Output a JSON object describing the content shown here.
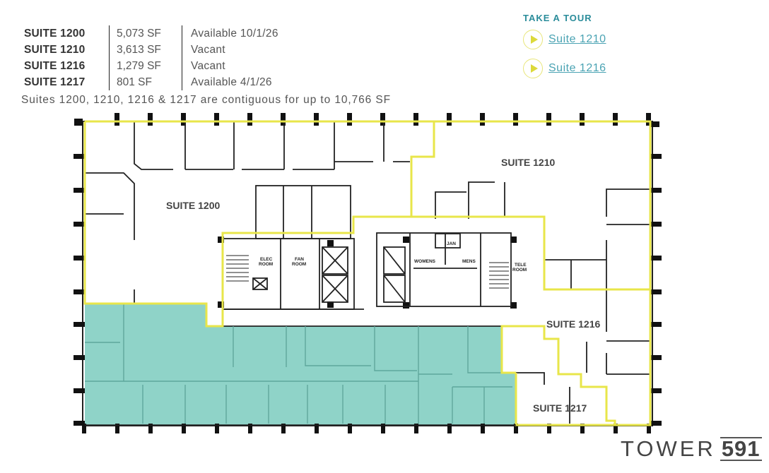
{
  "suites": [
    {
      "name": "SUITE 1200",
      "sf": "5,073 SF",
      "availability": "Available 10/1/26"
    },
    {
      "name": "SUITE 1210",
      "sf": "3,613 SF",
      "availability": "Vacant"
    },
    {
      "name": "SUITE 1216",
      "sf": "1,279 SF",
      "availability": "Vacant"
    },
    {
      "name": "SUITE 1217",
      "sf": "801 SF",
      "availability": "Available 4/1/26"
    }
  ],
  "contiguous_note": "Suites 1200, 1210, 1216 & 1217 are contiguous for up to 10,766 SF",
  "tour": {
    "title": "TAKE A TOUR",
    "links": [
      {
        "label": "Suite 1210",
        "icon": "play-icon"
      },
      {
        "label": "Suite 1216",
        "icon": "play-icon"
      }
    ]
  },
  "plan": {
    "labels": {
      "suite_1200": "SUITE 1200",
      "suite_1210": "SUITE 1210",
      "suite_1216": "SUITE 1216",
      "suite_1217": "SUITE 1217",
      "elec_1": "ELEC",
      "elec_2": "ROOM",
      "fan_1": "FAN",
      "fan_2": "ROOM",
      "womens": "WOMENS",
      "mens": "MENS",
      "jan": "JAN",
      "tele_1": "TELE",
      "tele_2": "ROOM"
    },
    "colors": {
      "outline": "#e8e64a",
      "leased_area": "#8fd3c8",
      "wall": "#222222"
    }
  },
  "brand": {
    "word": "TOWER",
    "number": "591"
  }
}
